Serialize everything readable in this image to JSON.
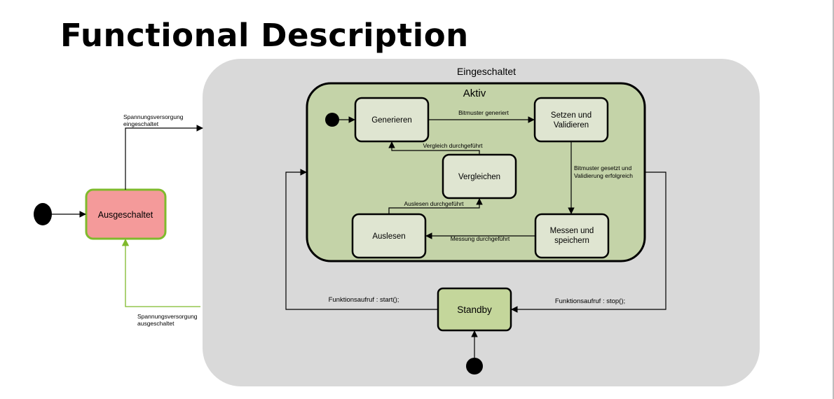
{
  "page": {
    "title": "Functional Description"
  },
  "diagram": {
    "states": {
      "eingeschaltet": "Eingeschaltet",
      "aktiv": "Aktiv",
      "ausgeschaltet": "Ausgeschaltet",
      "generieren": "Generieren",
      "setzen_line1": "Setzen und",
      "setzen_line2": "Validieren",
      "vergleichen": "Vergleichen",
      "auslesen": "Auslesen",
      "messen_line1": "Messen und",
      "messen_line2": "speichern",
      "standby": "Standby"
    },
    "transitions": {
      "power_on_line1": "Spannungsversorgung",
      "power_on_line2": "eingeschaltet",
      "power_off_line1": "Spannungsversorgung",
      "power_off_line2": "ausgeschaltet",
      "bitmuster_generiert": "Bitmuster generiert",
      "bitmuster_gesetzt_line1": "Bitmuster gesetzt und",
      "bitmuster_gesetzt_line2": "Validierung erfolgreich",
      "messung_durchgefuehrt": "Messung durchgeführt",
      "auslesen_durchgefuehrt": "Auslesen durchgeführt",
      "vergleich_durchgefuehrt": "Vergleich durchgeführt",
      "start_call": "Funktionsaufruf : start();",
      "stop_call": "Funktionsaufruf : stop();"
    },
    "colors": {
      "eingeschaltet_fill": "#d9d9d9",
      "aktiv_fill": "#c4d3a8",
      "inner_state_fill": "#dfe5d1",
      "ausgeschaltet_fill": "#f49a9a",
      "ausgeschaltet_border": "#7fba2c",
      "standby_fill": "#c4d69b",
      "power_off_arrow": "#7fba2c"
    }
  }
}
